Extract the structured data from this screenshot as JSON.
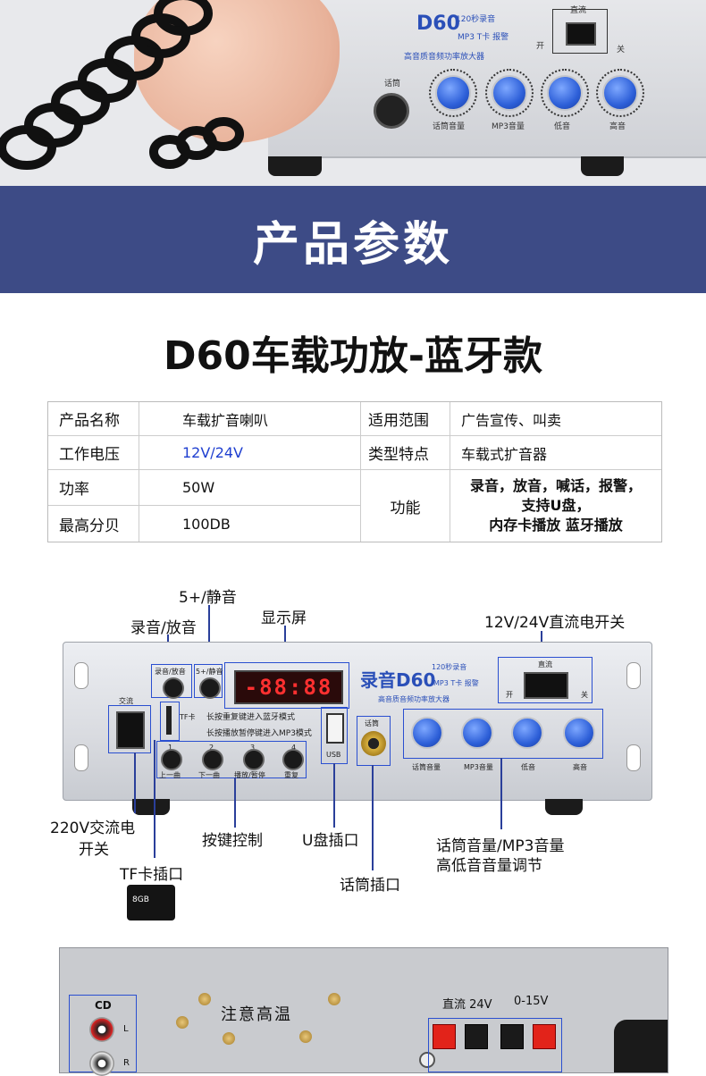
{
  "hero": {
    "brand_model": "D60",
    "brand_sub1": "120秒录音",
    "brand_sub2": "MP3   T卡   报警",
    "brand_sub3": "高音质音频功率放大器",
    "mic_label": "话筒",
    "switch_title": "直流",
    "switch_on": "开",
    "switch_off": "关",
    "knobs": [
      "话筒音量",
      "MP3音量",
      "低音",
      "高音"
    ]
  },
  "banner": {
    "title": "产品参数"
  },
  "product": {
    "title": "D60车载功放-蓝牙款"
  },
  "spec_table": {
    "rows": [
      {
        "k1": "产品名称",
        "v1": "车载扩音喇叭",
        "k2": "适用范围",
        "v2": "广告宣传、叫卖"
      },
      {
        "k1": "工作电压",
        "v1": "12V/24V",
        "k2": "类型特点",
        "v2": "车载式扩音器"
      },
      {
        "k1": "功率",
        "v1": "50W"
      },
      {
        "k1": "最高分贝",
        "v1": "100DB"
      }
    ],
    "function_key": "功能",
    "function_lines": [
      "录音，放音，喊话，报警，",
      "支持U盘，",
      "内存卡播放 蓝牙播放"
    ],
    "voltage_color": "#1f3fd0"
  },
  "front_labels": {
    "mute": "5+/静音",
    "record": "录音/放音",
    "display": "显示屏",
    "dc_switch": "12V/24V直流电开关",
    "ac_switch_1": "220V交流电",
    "ac_switch_2": "开关",
    "keys": "按键控制",
    "usb": "U盘插口",
    "volume_1": "话筒音量/MP3音量",
    "volume_2": "高低音音量调节",
    "tf": "TF卡插口",
    "mic": "话筒插口"
  },
  "front_panel": {
    "btn_record": "录音/放音",
    "btn_mute": "5+/静音",
    "display_digits": "-88:88",
    "brand": "录音D60",
    "brand_sub1": "120秒录音",
    "brand_sub2": "MP3    T卡    报警",
    "brand_sub3": "高音质音频功率放大器",
    "dc_title": "直流",
    "dc_on": "开",
    "dc_off": "关",
    "ac_title": "交流",
    "tf_label": "TF卡",
    "hint1": "长按重复键进入蓝牙模式",
    "hint2": "长按播放暂停键进入MP3模式",
    "usb_label": "USB",
    "mic_label": "话筒",
    "keys": [
      {
        "num": "1",
        "label": "上一曲"
      },
      {
        "num": "2",
        "label": "下一曲"
      },
      {
        "num": "3",
        "label": "播放/暂停"
      },
      {
        "num": "4",
        "label": "重复"
      }
    ],
    "knobs": [
      "话筒音量",
      "MP3音量",
      "低音",
      "高音"
    ],
    "sd_card": "8GB"
  },
  "rear": {
    "cd_label": "CD",
    "warning": "注意高温",
    "dc_label": "直流 24V",
    "spk_label": "0-15V",
    "l": "L",
    "r": "R"
  }
}
